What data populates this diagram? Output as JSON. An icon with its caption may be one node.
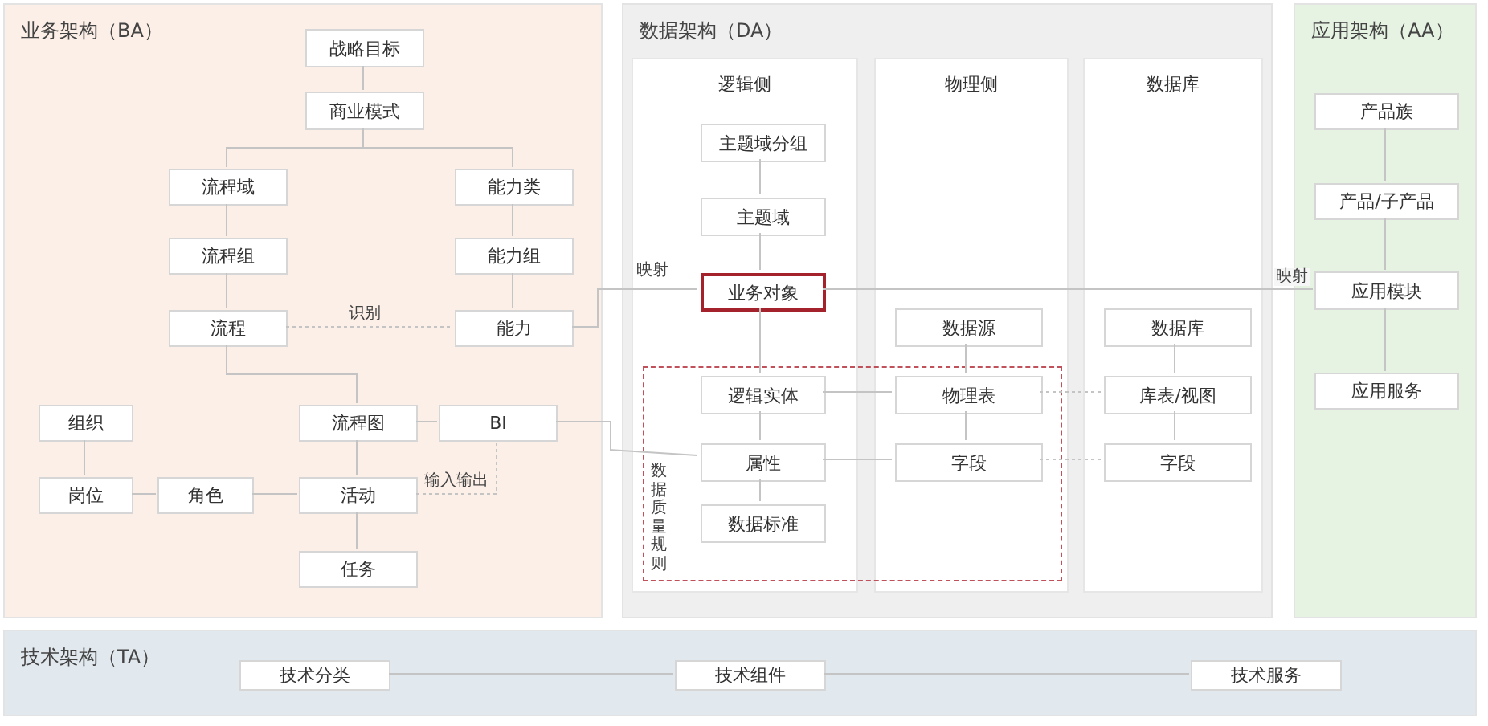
{
  "diagram": {
    "nodes": [
      {
        "text": [
          "业务架构（BA）"
        ]
      },
      {
        "text": [
          "战略目标"
        ],
        "in": 0
      },
      {
        "text": [
          "商业模式"
        ],
        "in": 0
      },
      {
        "text": [
          "流程域"
        ],
        "in": 0
      },
      {
        "text": [
          "能力类"
        ],
        "in": 0
      },
      {
        "text": [
          "流程组"
        ],
        "in": 0
      },
      {
        "text": [
          "能力组"
        ],
        "in": 0
      },
      {
        "text": [
          "流程"
        ],
        "in": 0
      },
      {
        "text": [
          "能力"
        ],
        "in": 0
      },
      {
        "text": [
          "组织"
        ],
        "in": 0
      },
      {
        "text": [
          "流程图"
        ],
        "in": 0
      },
      {
        "text": [
          "BI"
        ],
        "in": 0
      },
      {
        "text": [
          "岗位"
        ],
        "in": 0
      },
      {
        "text": [
          "角色"
        ],
        "in": 0
      },
      {
        "text": [
          "活动"
        ],
        "in": 0
      },
      {
        "text": [
          "任务"
        ],
        "in": 0
      },
      {
        "text": [
          "数据架构（DA）"
        ]
      },
      {
        "text": [
          "逻辑侧"
        ],
        "in": 16
      },
      {
        "text": [
          "物理侧"
        ],
        "in": 16
      },
      {
        "text": [
          "数据库"
        ],
        "in": 16
      },
      {
        "text": [
          "主题域分组"
        ],
        "in": 17
      },
      {
        "text": [
          "主题域"
        ],
        "in": 17
      },
      {
        "text": [
          "业务对象"
        ],
        "in": 17
      },
      {
        "text": [
          "逻辑实体"
        ],
        "in": 17
      },
      {
        "text": [
          "属性"
        ],
        "in": 17
      },
      {
        "text": [
          "数据标准"
        ],
        "in": 17
      },
      {
        "text": [
          "数据源"
        ],
        "in": 18
      },
      {
        "text": [
          "物理表"
        ],
        "in": 18
      },
      {
        "text": [
          "字段"
        ],
        "in": 18
      },
      {
        "text": [
          "数据库"
        ],
        "in": 19
      },
      {
        "text": [
          "库表/视图"
        ],
        "in": 19
      },
      {
        "text": [
          "字段"
        ],
        "in": 19
      },
      {
        "text": [
          "应用架构（AA）"
        ]
      },
      {
        "text": [
          "产品族"
        ],
        "in": 32
      },
      {
        "text": [
          "产品/子产品"
        ],
        "in": 32
      },
      {
        "text": [
          "应用模块"
        ],
        "in": 32
      },
      {
        "text": [
          "应用服务"
        ],
        "in": 32
      },
      {
        "text": [
          "技术架构（TA）"
        ]
      },
      {
        "text": [
          "技术分类"
        ],
        "in": 37
      },
      {
        "text": [
          "技术组件"
        ],
        "in": 37
      },
      {
        "text": [
          "技术服务"
        ],
        "in": 37
      }
    ],
    "edges": [
      {
        "from": 1,
        "to": 2,
        "arrow": "none"
      },
      {
        "from": 2,
        "to": 3,
        "arrow": "none"
      },
      {
        "from": 2,
        "to": 4,
        "arrow": "none"
      },
      {
        "from": 3,
        "to": 5,
        "arrow": "none"
      },
      {
        "from": 5,
        "to": 7,
        "arrow": "none"
      },
      {
        "from": 4,
        "to": 6,
        "arrow": "none"
      },
      {
        "from": 6,
        "to": 8,
        "arrow": "none"
      },
      {
        "from": 7,
        "to": 8,
        "arrow": "none",
        "label": "识别",
        "style": "dashed"
      },
      {
        "from": 7,
        "to": 10,
        "arrow": "none"
      },
      {
        "from": 10,
        "to": 11,
        "arrow": "none"
      },
      {
        "from": 10,
        "to": 14,
        "arrow": "none"
      },
      {
        "from": 14,
        "to": 11,
        "arrow": "none",
        "label": "输入输出",
        "style": "dashed"
      },
      {
        "from": 9,
        "to": 12,
        "arrow": "none"
      },
      {
        "from": 12,
        "to": 13,
        "arrow": "none"
      },
      {
        "from": 13,
        "to": 14,
        "arrow": "none"
      },
      {
        "from": 14,
        "to": 15,
        "arrow": "none"
      },
      {
        "from": 8,
        "to": 22,
        "arrow": "none",
        "label": "映射"
      },
      {
        "from": 11,
        "to": 24,
        "arrow": "none"
      },
      {
        "from": 20,
        "to": 21,
        "arrow": "none"
      },
      {
        "from": 21,
        "to": 22,
        "arrow": "none"
      },
      {
        "from": 22,
        "to": 23,
        "arrow": "none"
      },
      {
        "from": 23,
        "to": 24,
        "arrow": "none"
      },
      {
        "from": 24,
        "to": 25,
        "arrow": "none"
      },
      {
        "from": 23,
        "to": 27,
        "arrow": "none"
      },
      {
        "from": 24,
        "to": 28,
        "arrow": "none"
      },
      {
        "from": 26,
        "to": 27,
        "arrow": "none"
      },
      {
        "from": 27,
        "to": 28,
        "arrow": "none"
      },
      {
        "from": 27,
        "to": 30,
        "arrow": "none",
        "style": "dashed"
      },
      {
        "from": 28,
        "to": 31,
        "arrow": "none",
        "style": "dashed"
      },
      {
        "from": 29,
        "to": 30,
        "arrow": "none"
      },
      {
        "from": 30,
        "to": 31,
        "arrow": "none"
      },
      {
        "from": 22,
        "to": 35,
        "arrow": "none",
        "label": "映射"
      },
      {
        "from": 33,
        "to": 34,
        "arrow": "none"
      },
      {
        "from": 34,
        "to": 35,
        "arrow": "none"
      },
      {
        "from": 35,
        "to": 36,
        "arrow": "none"
      },
      {
        "from": 38,
        "to": 39,
        "arrow": "none"
      },
      {
        "from": 39,
        "to": 40,
        "arrow": "none"
      }
    ],
    "labels": [
      "数据质量规则"
    ]
  }
}
